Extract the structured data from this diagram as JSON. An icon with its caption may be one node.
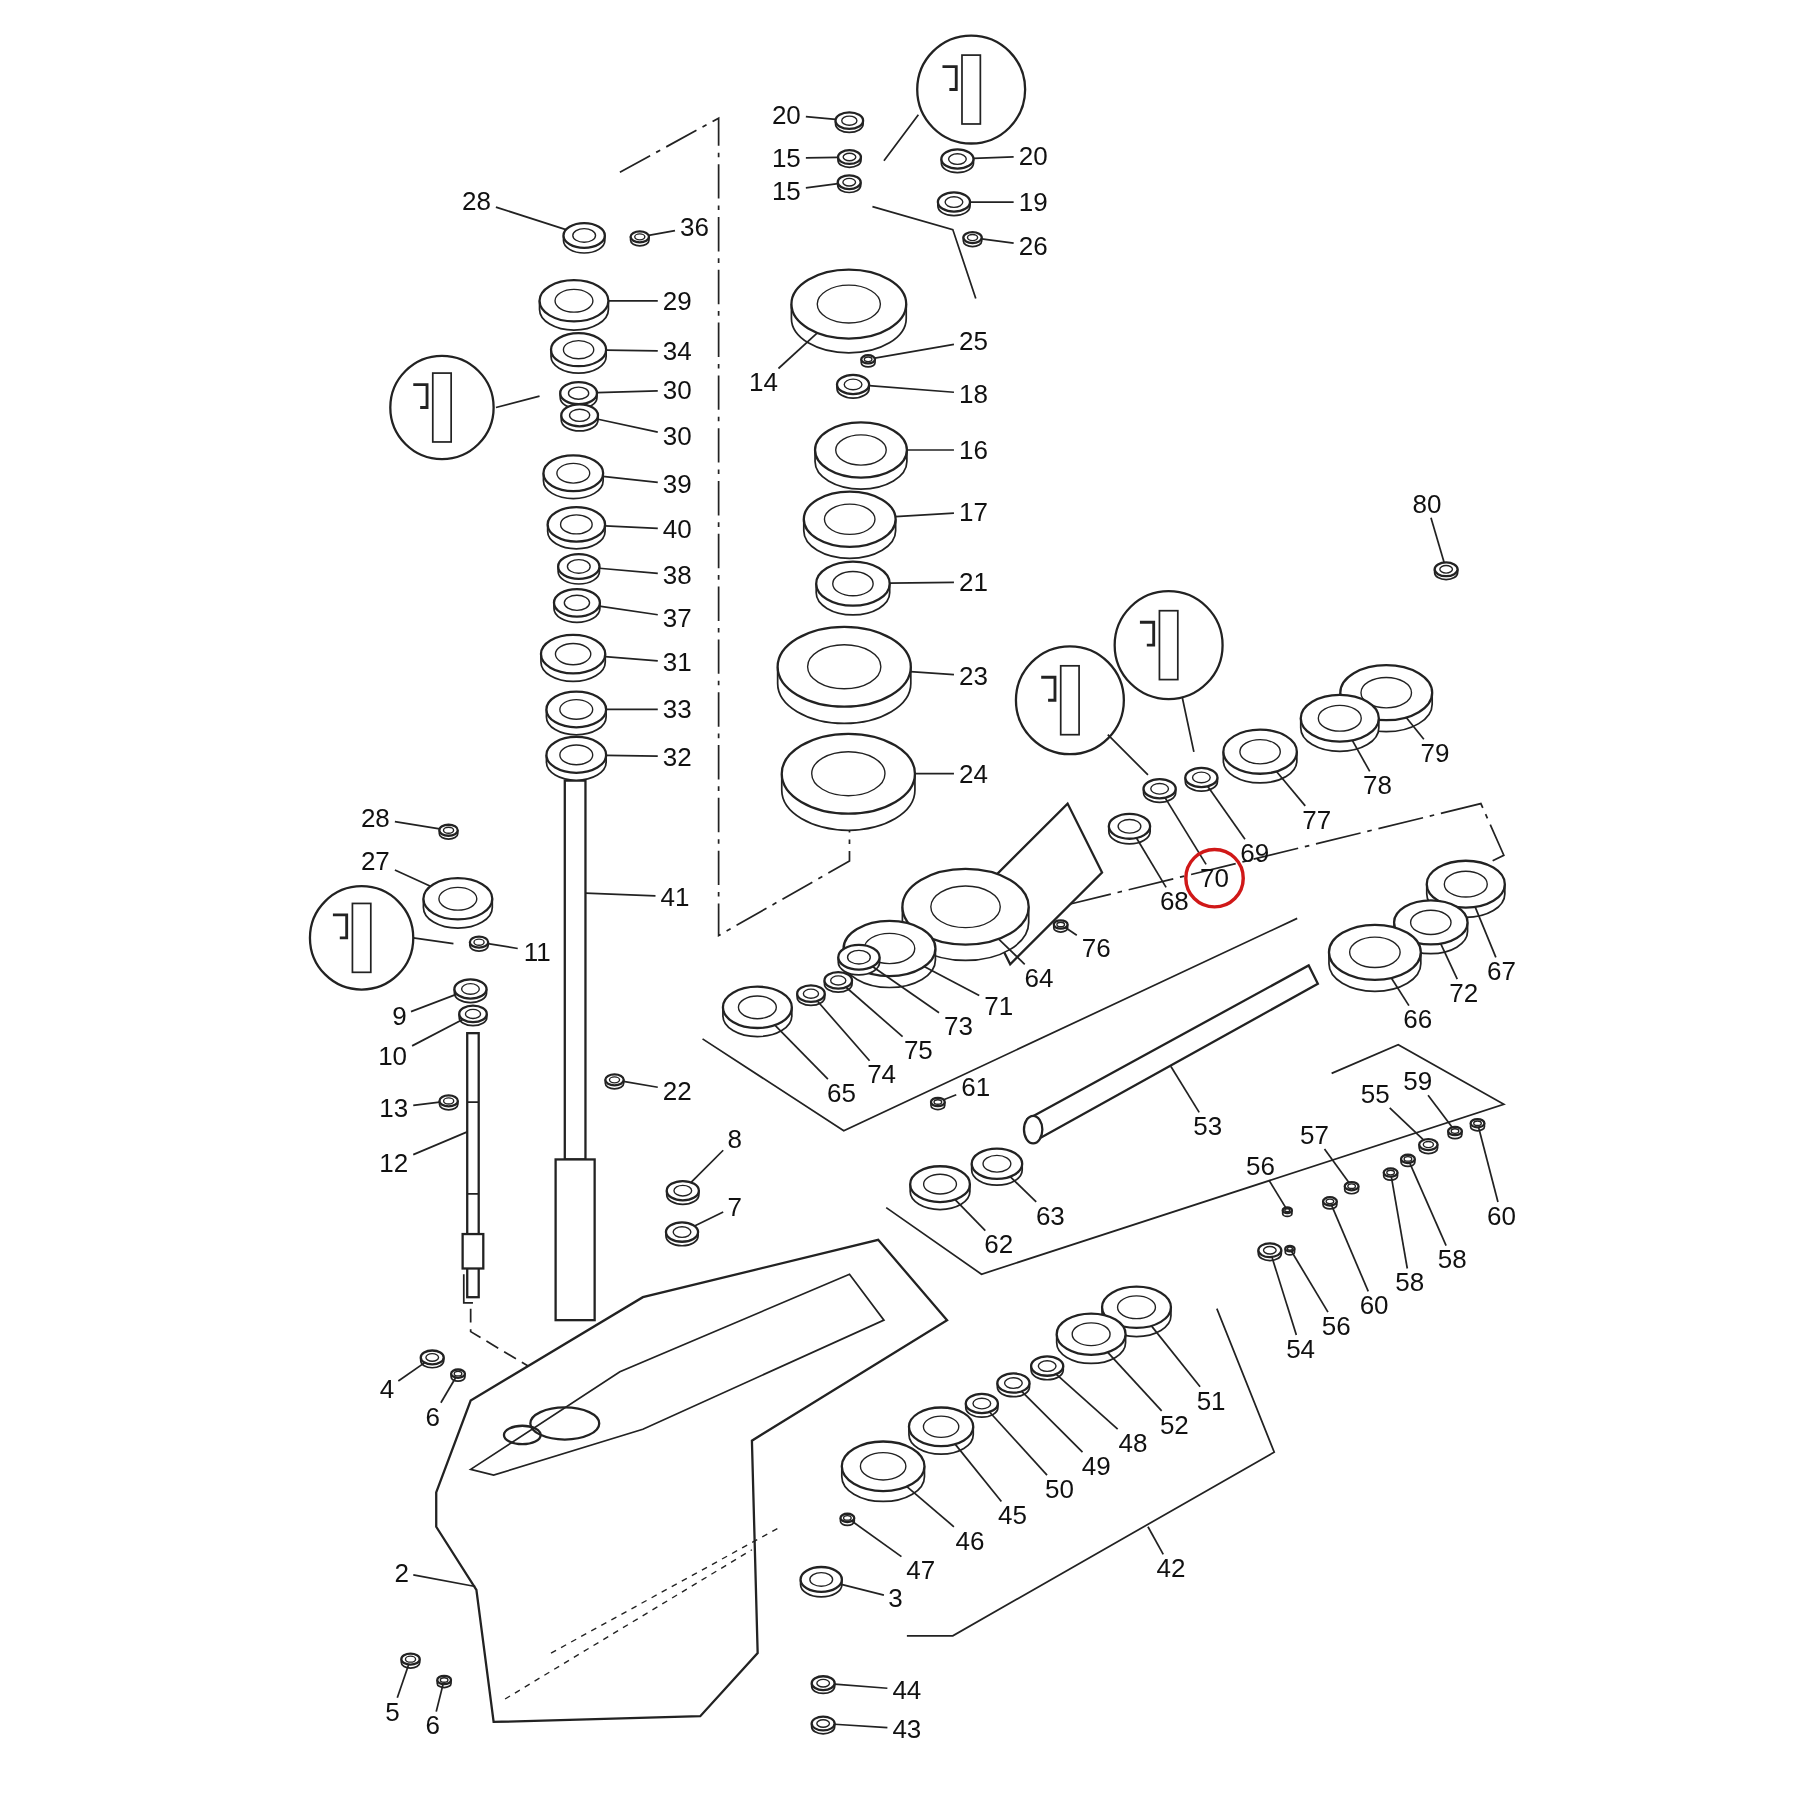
{
  "diagram": {
    "nodes": [
      {
        "text": [
          "20"
        ]
      },
      {
        "text": [
          "15"
        ]
      },
      {
        "text": [
          "15"
        ]
      },
      {
        "text": [
          "20"
        ]
      },
      {
        "text": [
          "19"
        ]
      },
      {
        "text": [
          "28"
        ]
      },
      {
        "text": [
          "36"
        ]
      },
      {
        "text": [
          "26"
        ]
      },
      {
        "text": [
          "29"
        ]
      },
      {
        "text": [
          "25"
        ]
      },
      {
        "text": [
          "34"
        ]
      },
      {
        "text": [
          "14"
        ]
      },
      {
        "text": [
          "30"
        ]
      },
      {
        "text": [
          "18"
        ]
      },
      {
        "text": [
          "30"
        ]
      },
      {
        "text": [
          "16"
        ]
      },
      {
        "text": [
          "39"
        ]
      },
      {
        "text": [
          "80"
        ]
      },
      {
        "text": [
          "17"
        ]
      },
      {
        "text": [
          "40"
        ]
      },
      {
        "text": [
          "38"
        ]
      },
      {
        "text": [
          "21"
        ]
      },
      {
        "text": [
          "37"
        ]
      },
      {
        "text": [
          "31"
        ]
      },
      {
        "text": [
          "23"
        ]
      },
      {
        "text": [
          "33"
        ]
      },
      {
        "text": [
          "79"
        ]
      },
      {
        "text": [
          "32"
        ]
      },
      {
        "text": [
          "24"
        ]
      },
      {
        "text": [
          "78"
        ]
      },
      {
        "text": [
          "28"
        ]
      },
      {
        "text": [
          "77"
        ]
      },
      {
        "text": [
          "69"
        ]
      },
      {
        "text": [
          "27"
        ]
      },
      {
        "text": [
          "70"
        ]
      },
      {
        "text": [
          "41"
        ]
      },
      {
        "text": [
          "68"
        ]
      },
      {
        "text": [
          "76"
        ]
      },
      {
        "text": [
          "11"
        ]
      },
      {
        "text": [
          "64"
        ]
      },
      {
        "text": [
          "67"
        ]
      },
      {
        "text": [
          "71"
        ]
      },
      {
        "text": [
          "72"
        ]
      },
      {
        "text": [
          "9"
        ]
      },
      {
        "text": [
          "66"
        ]
      },
      {
        "text": [
          "73"
        ]
      },
      {
        "text": [
          "75"
        ]
      },
      {
        "text": [
          "10"
        ]
      },
      {
        "text": [
          "74"
        ]
      },
      {
        "text": [
          "22"
        ]
      },
      {
        "text": [
          "65"
        ]
      },
      {
        "text": [
          "61"
        ]
      },
      {
        "text": [
          "59"
        ]
      },
      {
        "text": [
          "55"
        ]
      },
      {
        "text": [
          "13"
        ]
      },
      {
        "text": [
          "53"
        ]
      },
      {
        "text": [
          "57"
        ]
      },
      {
        "text": [
          "8"
        ]
      },
      {
        "text": [
          "12"
        ]
      },
      {
        "text": [
          "56"
        ]
      },
      {
        "text": [
          "7"
        ]
      },
      {
        "text": [
          "60"
        ]
      },
      {
        "text": [
          "63"
        ]
      },
      {
        "text": [
          "62"
        ]
      },
      {
        "text": [
          "58"
        ]
      },
      {
        "text": [
          "58"
        ]
      },
      {
        "text": [
          "60"
        ]
      },
      {
        "text": [
          "56"
        ]
      },
      {
        "text": [
          "54"
        ]
      },
      {
        "text": [
          "4"
        ]
      },
      {
        "text": [
          "51"
        ]
      },
      {
        "text": [
          "6"
        ]
      },
      {
        "text": [
          "52"
        ]
      },
      {
        "text": [
          "48"
        ]
      },
      {
        "text": [
          "49"
        ]
      },
      {
        "text": [
          "50"
        ]
      },
      {
        "text": [
          "45"
        ]
      },
      {
        "text": [
          "46"
        ]
      },
      {
        "text": [
          "42"
        ]
      },
      {
        "text": [
          "2"
        ]
      },
      {
        "text": [
          "47"
        ]
      },
      {
        "text": [
          "3"
        ]
      },
      {
        "text": [
          "44"
        ]
      },
      {
        "text": [
          "5"
        ]
      },
      {
        "text": [
          "6"
        ]
      },
      {
        "text": [
          "43"
        ]
      },
      {
        "text": [],
        "shape": "picture"
      },
      {
        "text": [],
        "shape": "picture"
      },
      {
        "text": [],
        "shape": "picture"
      },
      {
        "text": [],
        "shape": "picture"
      },
      {
        "text": [],
        "shape": "picture"
      },
      {
        "text": [],
        "shape": "picture"
      },
      {
        "text": [],
        "shape": "picture"
      },
      {
        "text": [],
        "shape": "picture"
      },
      {
        "text": [],
        "shape": "picture"
      },
      {
        "text": [],
        "shape": "picture"
      },
      {
        "text": [],
        "shape": "picture"
      },
      {
        "text": [],
        "shape": "picture"
      },
      {
        "text": [],
        "shape": "picture"
      },
      {
        "text": [],
        "shape": "picture"
      },
      {
        "text": [],
        "shape": "picture"
      },
      {
        "text": [],
        "shape": "picture"
      },
      {
        "text": [],
        "shape": "picture"
      },
      {
        "text": [],
        "shape": "picture"
      },
      {
        "text": [],
        "shape": "picture"
      },
      {
        "text": [],
        "shape": "picture"
      },
      {
        "text": [],
        "shape": "picture"
      },
      {
        "text": [],
        "shape": "picture"
      },
      {
        "text": [],
        "shape": "picture"
      },
      {
        "text": [],
        "shape": "picture"
      },
      {
        "text": [],
        "shape": "picture"
      },
      {
        "text": [],
        "shape": "picture"
      },
      {
        "text": [],
        "shape": "picture"
      },
      {
        "text": [],
        "shape": "picture"
      },
      {
        "text": [],
        "shape": "picture"
      },
      {
        "text": [],
        "shape": "picture"
      },
      {
        "text": [],
        "shape": "picture"
      },
      {
        "text": [],
        "shape": "picture"
      },
      {
        "text": [],
        "shape": "picture"
      },
      {
        "text": [],
        "shape": "picture"
      },
      {
        "text": [],
        "shape": "picture"
      },
      {
        "text": [],
        "shape": "picture"
      },
      {
        "text": [],
        "shape": "picture"
      },
      {
        "text": [],
        "shape": "picture"
      },
      {
        "text": [],
        "shape": "picture"
      },
      {
        "text": [],
        "shape": "picture"
      },
      {
        "text": [],
        "shape": "picture"
      },
      {
        "text": [],
        "shape": "picture"
      },
      {
        "text": [],
        "shape": "picture"
      },
      {
        "text": [],
        "shape": "picture"
      },
      {
        "text": [],
        "shape": "picture"
      },
      {
        "text": [],
        "shape": "picture"
      },
      {
        "text": [],
        "shape": "picture"
      },
      {
        "text": [],
        "shape": "picture"
      },
      {
        "text": [],
        "shape": "picture"
      },
      {
        "text": [],
        "shape": "picture"
      },
      {
        "text": [],
        "shape": "picture"
      },
      {
        "text": [],
        "shape": "picture"
      },
      {
        "text": [],
        "shape": "picture"
      },
      {
        "text": [],
        "shape": "picture"
      },
      {
        "text": [],
        "shape": "picture"
      },
      {
        "text": [],
        "shape": "picture"
      },
      {
        "text": [],
        "shape": "picture"
      },
      {
        "text": [],
        "shape": "picture"
      },
      {
        "text": [],
        "shape": "bar"
      },
      {
        "text": [],
        "shape": "picture"
      },
      {
        "text": [],
        "shape": "picture"
      },
      {
        "text": [],
        "shape": "picture"
      },
      {
        "text": [],
        "shape": "picture"
      },
      {
        "text": [],
        "shape": "picture"
      },
      {
        "text": [],
        "shape": "picture"
      },
      {
        "text": [],
        "shape": "picture"
      },
      {
        "text": [],
        "shape": "picture"
      },
      {
        "text": [],
        "shape": "picture"
      },
      {
        "text": [],
        "shape": "picture"
      },
      {
        "text": [],
        "shape": "picture"
      },
      {
        "text": [],
        "shape": "picture"
      },
      {
        "text": [],
        "shape": "picture"
      },
      {
        "text": [],
        "shape": "picture"
      },
      {
        "text": [],
        "shape": "picture"
      },
      {
        "text": [],
        "shape": "picture"
      },
      {
        "text": [],
        "shape": "picture"
      },
      {
        "text": [],
        "shape": "picture"
      },
      {
        "text": [],
        "shape": "picture"
      },
      {
        "text": [],
        "shape": "picture"
      },
      {
        "text": [],
        "shape": "picture"
      },
      {
        "text": [],
        "shape": "picture"
      },
      {
        "text": [],
        "shape": "picture"
      },
      {
        "text": [],
        "shape": "picture"
      },
      {
        "text": [],
        "shape": "picture"
      },
      {
        "text": [],
        "shape": "picture"
      }
    ],
    "edges": [
      {
        "from": 0,
        "to": 86,
        "arrow": "none"
      },
      {
        "from": 1,
        "to": 87,
        "arrow": "none"
      },
      {
        "from": 2,
        "to": 88,
        "arrow": "none"
      },
      {
        "from": 3,
        "to": 89,
        "arrow": "none"
      },
      {
        "from": 4,
        "to": 90,
        "arrow": "none"
      },
      {
        "from": 5,
        "to": 91,
        "arrow": "none"
      },
      {
        "from": 6,
        "to": 92,
        "arrow": "none"
      },
      {
        "from": 7,
        "to": 93,
        "arrow": "none"
      },
      {
        "from": 8,
        "to": 94,
        "arrow": "none"
      },
      {
        "from": 9,
        "to": 95,
        "arrow": "none"
      },
      {
        "from": 10,
        "to": 96,
        "arrow": "none"
      },
      {
        "from": 11,
        "to": 97,
        "arrow": "none"
      },
      {
        "from": 12,
        "to": 98,
        "arrow": "none"
      },
      {
        "from": 13,
        "to": 99,
        "arrow": "none"
      },
      {
        "from": 14,
        "to": 100,
        "arrow": "none"
      },
      {
        "from": 15,
        "to": 101,
        "arrow": "none"
      },
      {
        "from": 16,
        "to": 102,
        "arrow": "none"
      },
      {
        "from": 17,
        "to": 103,
        "arrow": "none"
      },
      {
        "from": 18,
        "to": 104,
        "arrow": "none"
      },
      {
        "from": 19,
        "to": 105,
        "arrow": "none"
      },
      {
        "from": 20,
        "to": 106,
        "arrow": "none"
      },
      {
        "from": 21,
        "to": 107,
        "arrow": "none"
      },
      {
        "from": 22,
        "to": 108,
        "arrow": "none"
      },
      {
        "from": 23,
        "to": 109,
        "arrow": "none"
      },
      {
        "from": 24,
        "to": 110,
        "arrow": "none"
      },
      {
        "from": 25,
        "to": 111,
        "arrow": "none"
      },
      {
        "from": 26,
        "to": 112,
        "arrow": "none"
      },
      {
        "from": 27,
        "to": 113,
        "arrow": "none"
      },
      {
        "from": 28,
        "to": 114,
        "arrow": "none"
      },
      {
        "from": 29,
        "to": 115,
        "arrow": "none"
      },
      {
        "from": 30,
        "to": 116,
        "arrow": "none"
      },
      {
        "from": 31,
        "to": 117,
        "arrow": "none"
      },
      {
        "from": 32,
        "to": 118,
        "arrow": "none"
      },
      {
        "from": 33,
        "to": 119,
        "arrow": "none"
      },
      {
        "from": 34,
        "to": 120,
        "arrow": "none"
      },
      {
        "from": 35,
        "to": 121,
        "arrow": "none"
      },
      {
        "from": 36,
        "to": 122,
        "arrow": "none"
      },
      {
        "from": 37,
        "to": 123,
        "arrow": "none"
      },
      {
        "from": 38,
        "to": 124,
        "arrow": "none"
      },
      {
        "from": 39,
        "to": 125,
        "arrow": "none"
      },
      {
        "from": 40,
        "to": 126,
        "arrow": "none"
      },
      {
        "from": 41,
        "to": 127,
        "arrow": "none"
      },
      {
        "from": 42,
        "to": 128,
        "arrow": "none"
      },
      {
        "from": 43,
        "to": 129,
        "arrow": "none"
      },
      {
        "from": 44,
        "to": 130,
        "arrow": "none"
      },
      {
        "from": 45,
        "to": 131,
        "arrow": "none"
      },
      {
        "from": 46,
        "to": 132,
        "arrow": "none"
      },
      {
        "from": 47,
        "to": 133,
        "arrow": "none"
      },
      {
        "from": 48,
        "to": 134,
        "arrow": "none"
      },
      {
        "from": 49,
        "to": 135,
        "arrow": "none"
      },
      {
        "from": 50,
        "to": 136,
        "arrow": "none"
      },
      {
        "from": 51,
        "to": 137,
        "arrow": "none"
      },
      {
        "from": 52,
        "to": 138,
        "arrow": "none"
      },
      {
        "from": 53,
        "to": 139,
        "arrow": "none"
      },
      {
        "from": 54,
        "to": 140,
        "arrow": "none"
      },
      {
        "from": 55,
        "to": 141,
        "arrow": "none"
      },
      {
        "from": 56,
        "to": 142,
        "arrow": "none"
      },
      {
        "from": 57,
        "to": 143,
        "arrow": "none"
      },
      {
        "from": 58,
        "to": 144,
        "arrow": "none"
      },
      {
        "from": 59,
        "to": 145,
        "arrow": "none"
      },
      {
        "from": 60,
        "to": 146,
        "arrow": "none"
      },
      {
        "from": 61,
        "to": 147,
        "arrow": "none"
      },
      {
        "from": 62,
        "to": 148,
        "arrow": "none"
      },
      {
        "from": 63,
        "to": 149,
        "arrow": "none"
      },
      {
        "from": 64,
        "to": 150,
        "arrow": "none"
      },
      {
        "from": 65,
        "to": 151,
        "arrow": "none"
      },
      {
        "from": 66,
        "to": 152,
        "arrow": "none"
      },
      {
        "from": 67,
        "to": 153,
        "arrow": "none"
      },
      {
        "from": 68,
        "to": 154,
        "arrow": "none"
      },
      {
        "from": 69,
        "to": 155,
        "arrow": "none"
      },
      {
        "from": 70,
        "to": 156,
        "arrow": "none"
      },
      {
        "from": 71,
        "to": 157,
        "arrow": "none"
      },
      {
        "from": 72,
        "to": 158,
        "arrow": "none"
      },
      {
        "from": 73,
        "to": 159,
        "arrow": "none"
      },
      {
        "from": 74,
        "to": 160,
        "arrow": "none"
      },
      {
        "from": 75,
        "to": 161,
        "arrow": "none"
      },
      {
        "from": 76,
        "to": 162,
        "arrow": "none"
      },
      {
        "from": 77,
        "to": 163,
        "arrow": "none"
      },
      {
        "from": 78,
        "to": null,
        "arrow": "none"
      },
      {
        "from": 79,
        "to": 164,
        "arrow": "none"
      },
      {
        "from": 80,
        "to": 165,
        "arrow": "none"
      },
      {
        "from": 81,
        "to": 166,
        "arrow": "none"
      },
      {
        "from": 82,
        "to": 167,
        "arrow": "none"
      },
      {
        "from": 83,
        "to": 168,
        "arrow": "none"
      },
      {
        "from": 84,
        "to": 169,
        "arrow": "none"
      },
      {
        "from": 85,
        "to": 170,
        "arrow": "none"
      }
    ]
  }
}
